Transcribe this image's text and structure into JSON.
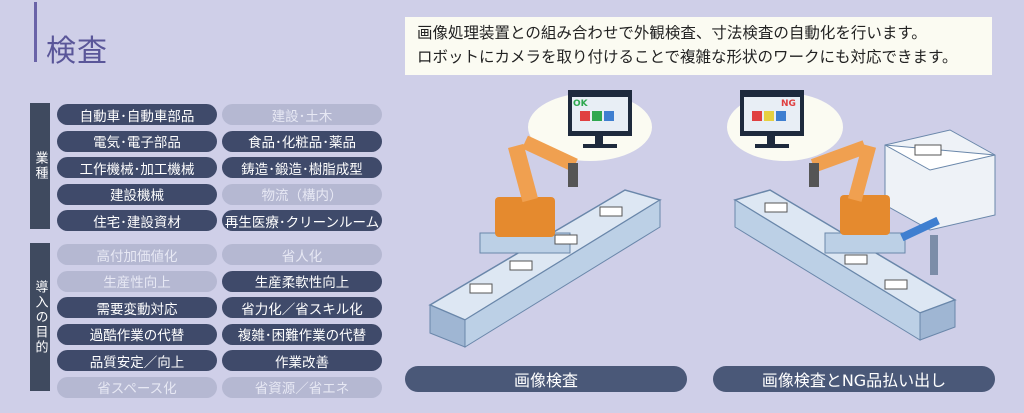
{
  "header": {
    "title": "検査"
  },
  "description": {
    "line1": "画像処理装置との組み合わせで外観検査、寸法検査の自動化を行います。",
    "line2": "ロボットにカメラを取り付けることで複雑な形状のワークにも対応できます。"
  },
  "industries": {
    "label": "業種",
    "left": [
      {
        "text": "自動車･自動車部品",
        "active": true
      },
      {
        "text": "電気･電子部品",
        "active": true
      },
      {
        "text": "工作機械･加工機械",
        "active": true
      },
      {
        "text": "建設機械",
        "active": true
      },
      {
        "text": "住宅･建設資材",
        "active": true
      }
    ],
    "right": [
      {
        "text": "建設･土木",
        "active": false
      },
      {
        "text": "食品･化粧品･薬品",
        "active": true
      },
      {
        "text": "鋳造･鍛造･樹脂成型",
        "active": true
      },
      {
        "text": "物流（構内）",
        "active": false
      },
      {
        "text": "再生医療･クリーンルーム",
        "active": true
      }
    ]
  },
  "purposes": {
    "label": "導入の目的",
    "left": [
      {
        "text": "高付加価値化",
        "active": false
      },
      {
        "text": "生産性向上",
        "active": false
      },
      {
        "text": "需要変動対応",
        "active": true
      },
      {
        "text": "過酷作業の代替",
        "active": true
      },
      {
        "text": "品質安定／向上",
        "active": true
      },
      {
        "text": "省スペース化",
        "active": false
      }
    ],
    "right": [
      {
        "text": "省人化",
        "active": false
      },
      {
        "text": "生産柔軟性向上",
        "active": true
      },
      {
        "text": "省力化／省スキル化",
        "active": true
      },
      {
        "text": "複雑･困難作業の代替",
        "active": true
      },
      {
        "text": "作業改善",
        "active": true
      },
      {
        "text": "省資源／省エネ",
        "active": false
      }
    ]
  },
  "illustrations": {
    "left": {
      "monitor_text": "OK",
      "caption": "画像検査"
    },
    "right": {
      "monitor_text": "NG",
      "caption": "画像検査とNG品払い出し"
    }
  },
  "colors": {
    "dark_pill": "#3f4a6a",
    "gray_pill": "#b5b8d2",
    "ok": "#2fa84f",
    "ng": "#e04040",
    "robot": "#e58a2e"
  }
}
